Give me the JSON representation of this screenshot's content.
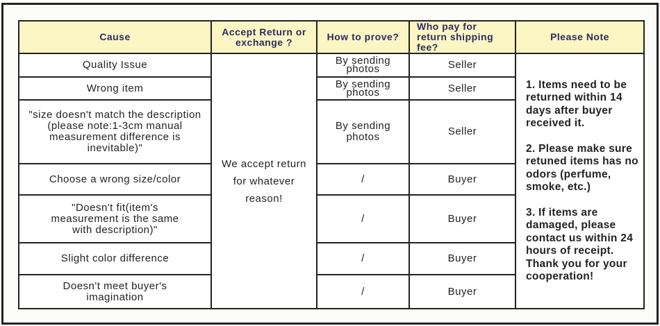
{
  "headers": {
    "cause": "Cause",
    "accept": "Accept Return or exchange ?",
    "prove": "How to prove?",
    "pay": "Who pay for return shipping fee?",
    "note": "Please Note"
  },
  "accept_text": "We accept return for whatever reason!",
  "rows": [
    {
      "cause": "Quality Issue",
      "prove": "By sending photos",
      "pay": "Seller"
    },
    {
      "cause": "Wrong item",
      "prove": "By sending photos",
      "pay": "Seller"
    },
    {
      "cause": "\"size doesn't match the description (please note:1-3cm manual measurement difference is inevitable)\"",
      "prove": "By sending photos",
      "pay": "Seller"
    },
    {
      "cause": "Choose a wrong size/color",
      "prove": "/",
      "pay": "Buyer"
    },
    {
      "cause": "\"Doesn't fit(item's measurement is the same with description)\"",
      "prove": "/",
      "pay": "Buyer"
    },
    {
      "cause": "Slight color difference",
      "prove": "/",
      "pay": "Buyer"
    },
    {
      "cause": "Doesn't meet buyer's imagination",
      "prove": "/",
      "pay": "Buyer"
    }
  ],
  "notes": [
    "1. Items need to be returned within 14 days after buyer received it.",
    "2. Please make sure retuned items has no odors (perfume, smoke, etc.)",
    "3. If items are damaged, please contact us within 24 hours of receipt. Thank you for your cooperation!"
  ],
  "colors": {
    "header_bg": "#fcf5c4",
    "header_text": "#2b2b5e",
    "border": "#222222"
  }
}
